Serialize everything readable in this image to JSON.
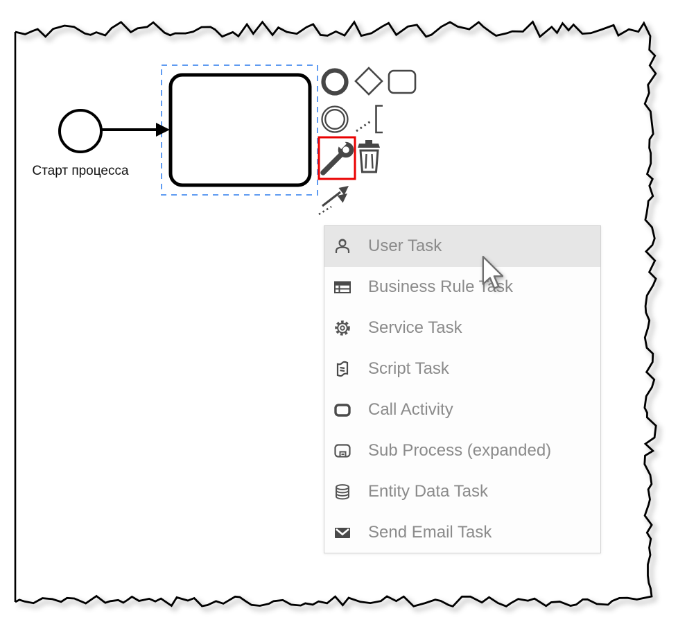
{
  "diagram": {
    "start_event_label": "Старт процесса",
    "selected_shape": "task",
    "colors": {
      "shape_stroke": "#000000",
      "selection_dash": "#5f9bf1",
      "highlight_box": "#ea0000",
      "pad_icon": "#464646"
    }
  },
  "context_pad": {
    "entries": [
      {
        "icon": "end-event-icon"
      },
      {
        "icon": "gateway-icon"
      },
      {
        "icon": "task-icon"
      },
      {
        "icon": "intermediate-event-icon"
      },
      {
        "icon": "text-annotation-icon"
      },
      {
        "icon": "wrench-change-type-icon",
        "highlighted": true
      },
      {
        "icon": "trash-icon"
      },
      {
        "icon": "connect-arrows-icon"
      }
    ]
  },
  "menu": {
    "highlighted_index": 0,
    "text_color": "#8b8b8b",
    "highlight_bg": "#e6e6e6",
    "items": [
      {
        "label": "User Task",
        "icon": "user-icon"
      },
      {
        "label": "Business Rule Task",
        "icon": "table-icon"
      },
      {
        "label": "Service Task",
        "icon": "gear-icon"
      },
      {
        "label": "Script Task",
        "icon": "script-icon"
      },
      {
        "label": "Call Activity",
        "icon": "rounded-rect-icon"
      },
      {
        "label": "Sub Process (expanded)",
        "icon": "subprocess-icon"
      },
      {
        "label": "Entity Data Task",
        "icon": "database-icon"
      },
      {
        "label": "Send Email Task",
        "icon": "envelope-icon"
      }
    ]
  },
  "cursor": {
    "type": "arrow-pointer"
  }
}
